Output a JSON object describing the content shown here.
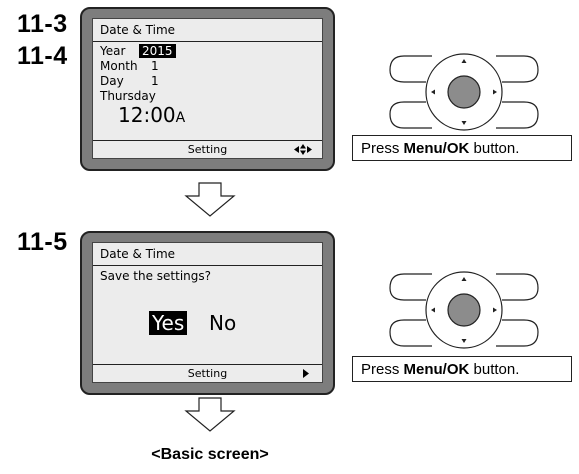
{
  "steps": [
    "11-3",
    "11-4",
    "11-5"
  ],
  "panel1": {
    "title": "Date & Time",
    "year_label": "Year",
    "year_value": "2015",
    "month_label": "Month",
    "month_value": "1",
    "day_label": "Day",
    "day_value": "1",
    "weekday": "Thursday",
    "time": "12:00",
    "ampm": "A",
    "footer_label": "Setting"
  },
  "panel2": {
    "title": "Date & Time",
    "prompt": "Save the settings?",
    "yes": "Yes",
    "no": "No",
    "footer_label": "Setting"
  },
  "instruction": {
    "prefix": "Press ",
    "button": "Menu/OK",
    "suffix": " button."
  },
  "final_label": "<Basic screen>"
}
